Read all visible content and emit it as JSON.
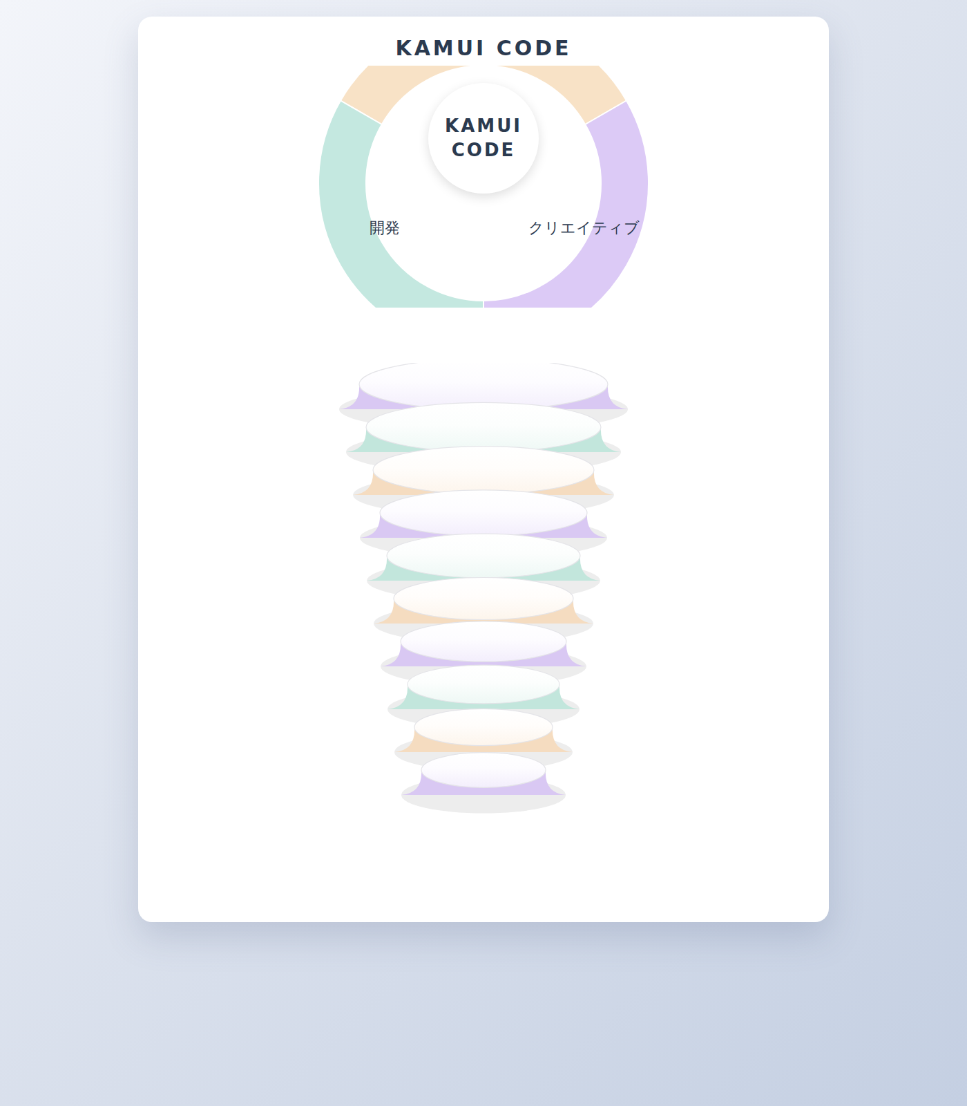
{
  "diagram": {
    "title": "KAMUI CODE",
    "nodes": [
      {
        "text": [
          "KAMUI CODE"
        ]
      },
      {
        "text": [
          "開発"
        ]
      },
      {
        "text": [
          "クリエイティブ"
        ]
      }
    ]
  }
}
